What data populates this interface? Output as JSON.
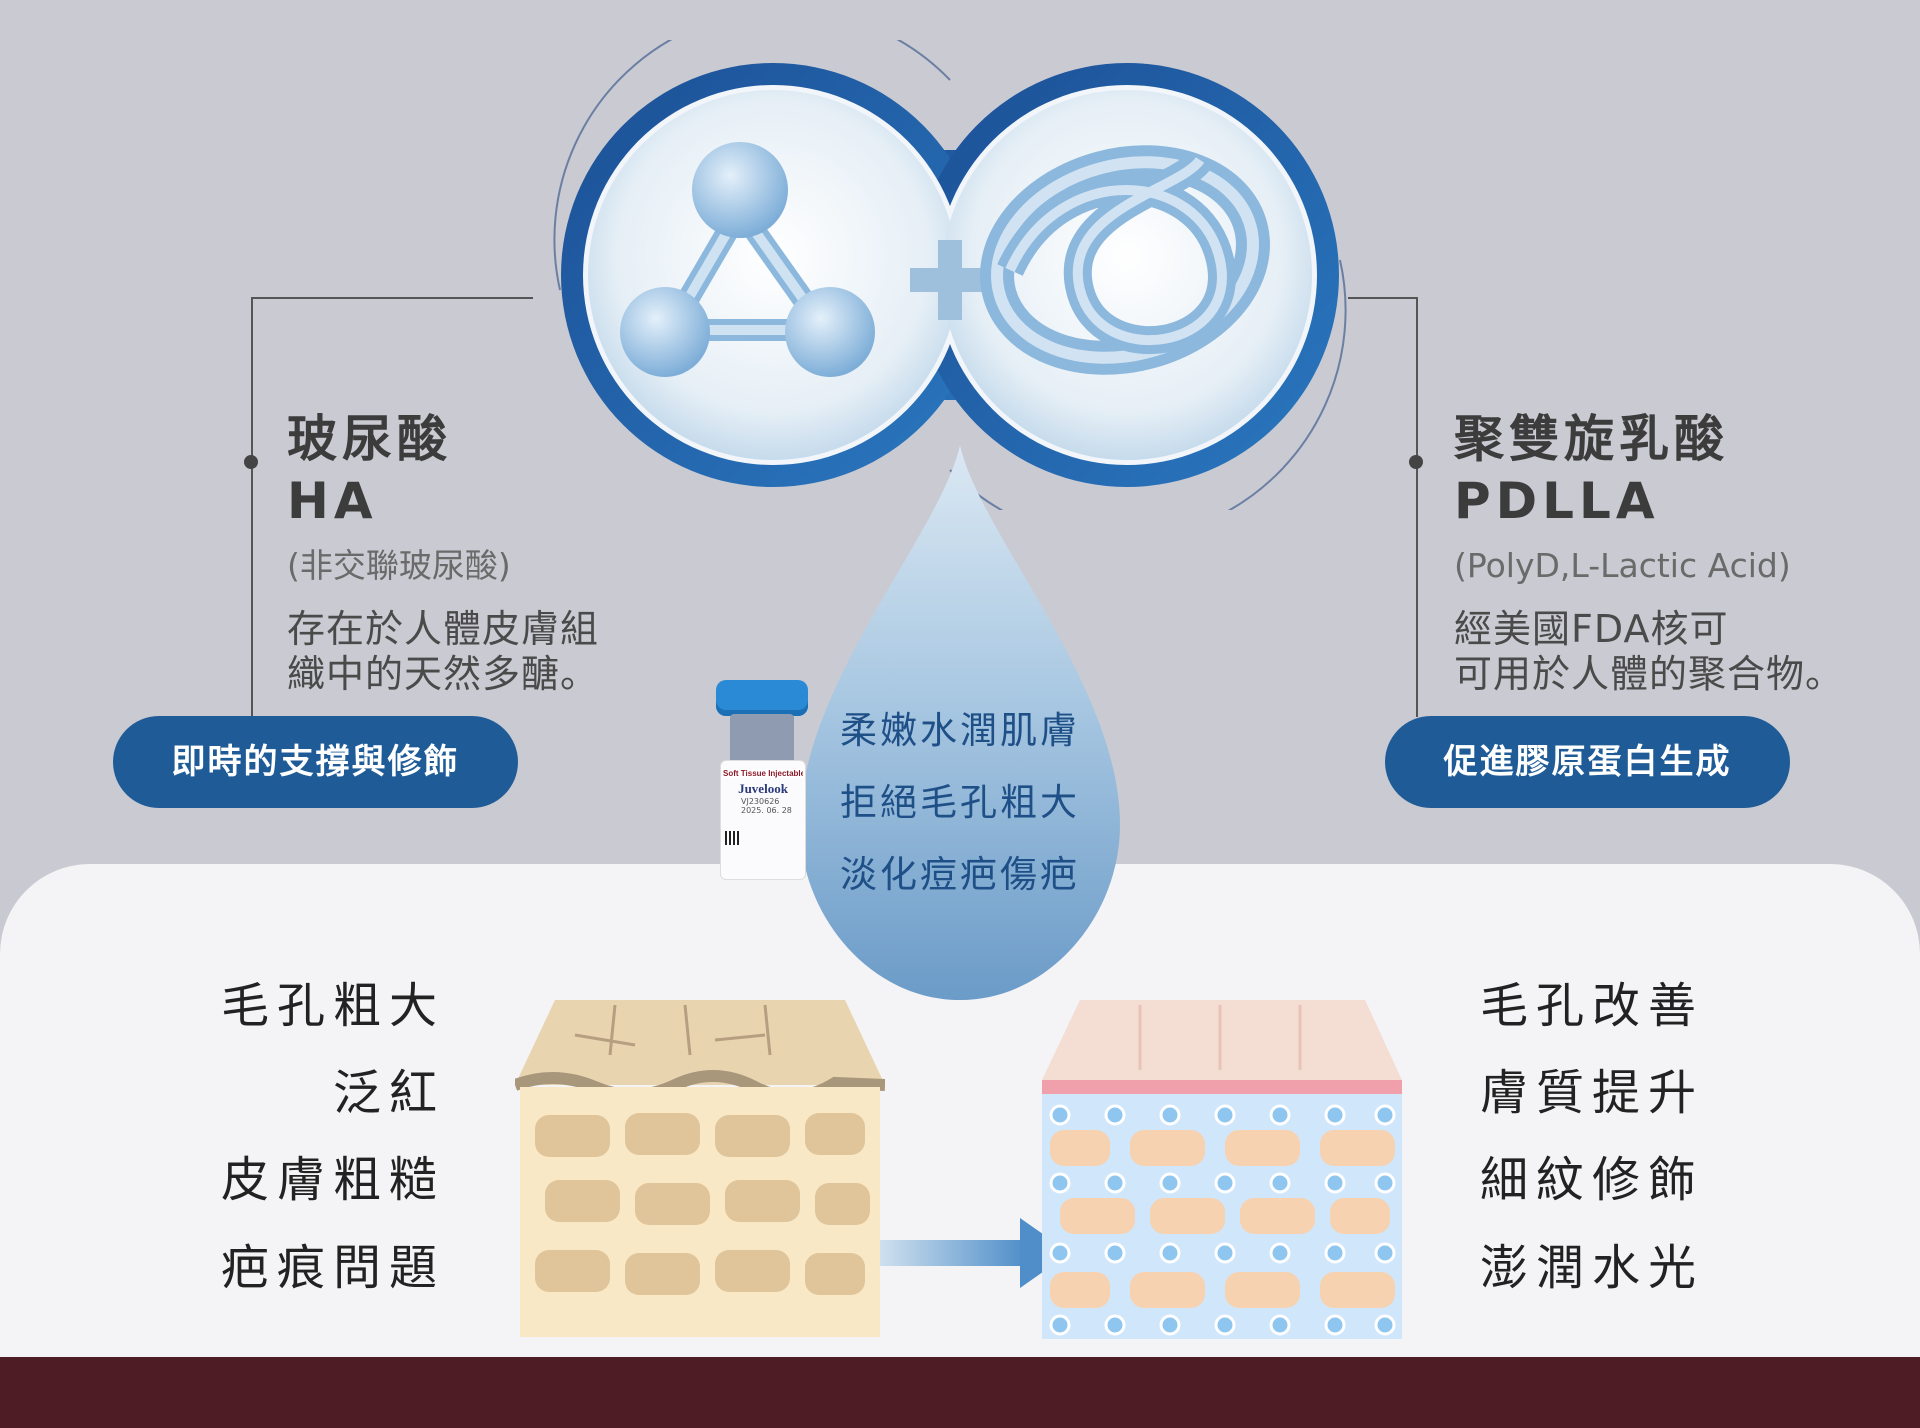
{
  "left_ingredient": {
    "title": "玻尿酸",
    "abbr": "HA",
    "subtitle": "(非交聯玻尿酸)",
    "desc_line1": "存在於人體皮膚組",
    "desc_line2": "織中的天然多醣。",
    "pill": "即時的支撐與修飾"
  },
  "right_ingredient": {
    "title": "聚雙旋乳酸",
    "abbr": "PDLLA",
    "subtitle": "(PolyD,L-Lactic Acid)",
    "desc_line1": "經美國FDA核可",
    "desc_line2": "可用於人體的聚合物。",
    "pill": "促進膠原蛋白生成"
  },
  "drop": {
    "lines": [
      "柔嫩水潤肌膚",
      "拒絕毛孔粗大",
      "淡化痘疤傷疤"
    ]
  },
  "vial": {
    "label": "Soft Tissue Injectable Implant",
    "brand": "Juvelook",
    "lot": "VJ230626",
    "date": "2025. 06. 28"
  },
  "before_list": [
    "毛孔粗大",
    "泛紅",
    "皮膚粗糙",
    "疤痕問題"
  ],
  "after_list": [
    "毛孔改善",
    "膚質提升",
    "細紋修飾",
    "澎潤水光"
  ],
  "colors": {
    "brand_blue": "#1f5c97",
    "footer": "#4d1c25",
    "drop_blue": "#8bb6d8"
  }
}
